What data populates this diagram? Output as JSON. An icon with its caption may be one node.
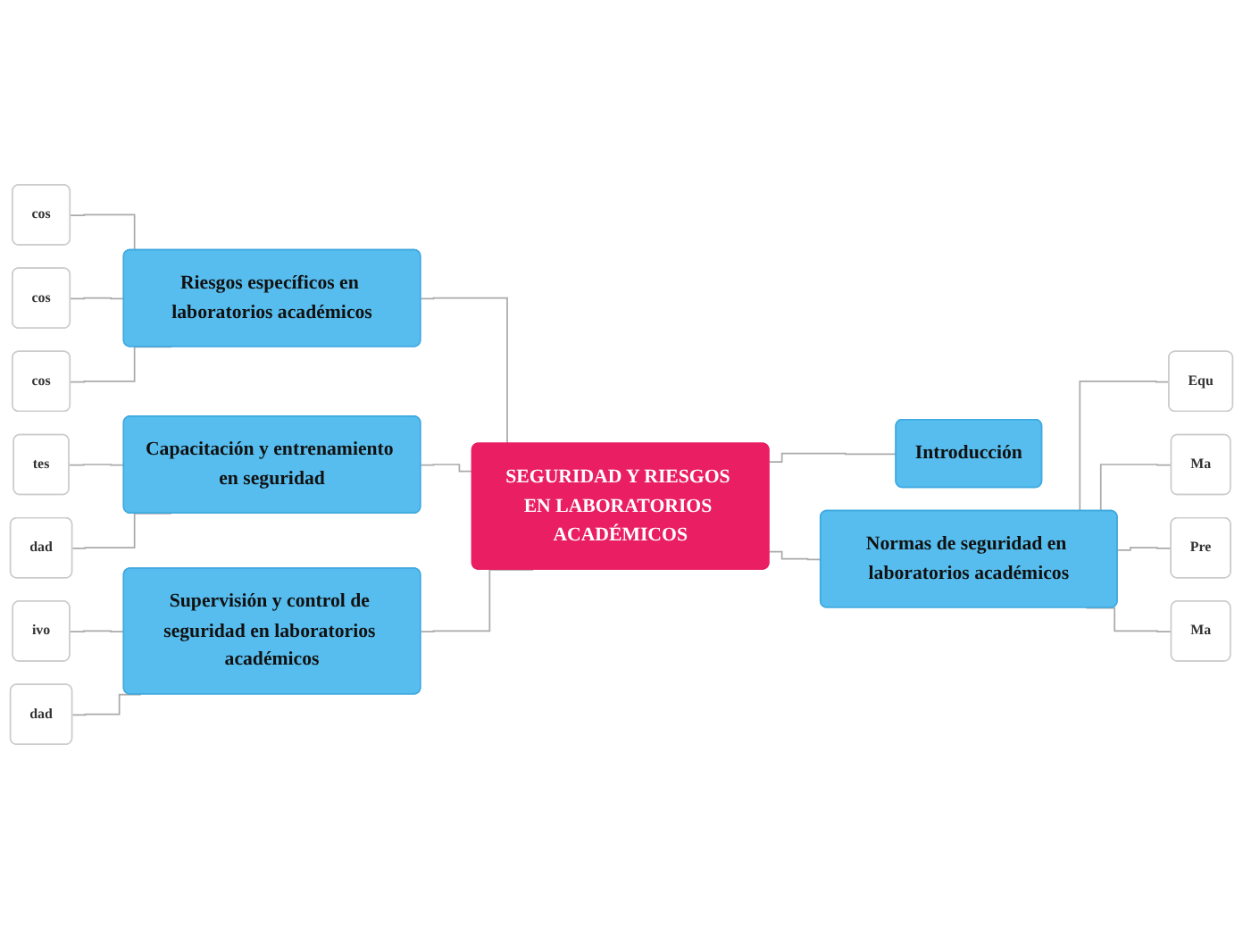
{
  "diagram": {
    "nodes": [
      {
        "text": [
          "SEGURIDAD Y RIESGOS EN LABORATORIOS ACADÉMICOS"
        ]
      },
      {
        "text": [
          "Riesgos específicos en laboratorios académicos"
        ]
      },
      {
        "text": [
          "Introducción"
        ]
      },
      {
        "text": [
          "Capacitación y entrenamiento en seguridad"
        ]
      },
      {
        "text": [
          "Normas de seguridad en laboratorios académicos"
        ]
      },
      {
        "text": [
          "Supervisión y control de seguridad en laboratorios académicos"
        ]
      },
      {
        "text": [
          "cos"
        ]
      },
      {
        "text": [
          "cos"
        ]
      },
      {
        "text": [
          "cos"
        ]
      },
      {
        "text": [
          "tes"
        ]
      },
      {
        "text": [
          "dad"
        ]
      },
      {
        "text": [
          "ivo"
        ]
      },
      {
        "text": [
          "dad"
        ]
      },
      {
        "text": [
          "Equ"
        ]
      },
      {
        "text": [
          "Ma"
        ]
      },
      {
        "text": [
          "Pre"
        ]
      },
      {
        "text": [
          "Ma"
        ]
      }
    ],
    "edges": [
      {
        "from": 0,
        "to": 1,
        "arrow": "none"
      },
      {
        "from": 0,
        "to": 2,
        "arrow": "none"
      },
      {
        "from": 0,
        "to": 3,
        "arrow": "none"
      },
      {
        "from": 0,
        "to": 4,
        "arrow": "none"
      },
      {
        "from": 0,
        "to": 5,
        "arrow": "none"
      },
      {
        "from": 1,
        "to": 6,
        "arrow": "none"
      },
      {
        "from": 1,
        "to": 7,
        "arrow": "none"
      },
      {
        "from": 1,
        "to": 8,
        "arrow": "none"
      },
      {
        "from": 3,
        "to": 9,
        "arrow": "none"
      },
      {
        "from": 3,
        "to": 10,
        "arrow": "none"
      },
      {
        "from": 5,
        "to": 11,
        "arrow": "none"
      },
      {
        "from": 5,
        "to": 12,
        "arrow": "none"
      },
      {
        "from": 4,
        "to": 13,
        "arrow": "none"
      },
      {
        "from": 4,
        "to": 14,
        "arrow": "none"
      },
      {
        "from": 4,
        "to": 15,
        "arrow": "none"
      },
      {
        "from": 4,
        "to": 16,
        "arrow": "none"
      }
    ]
  }
}
